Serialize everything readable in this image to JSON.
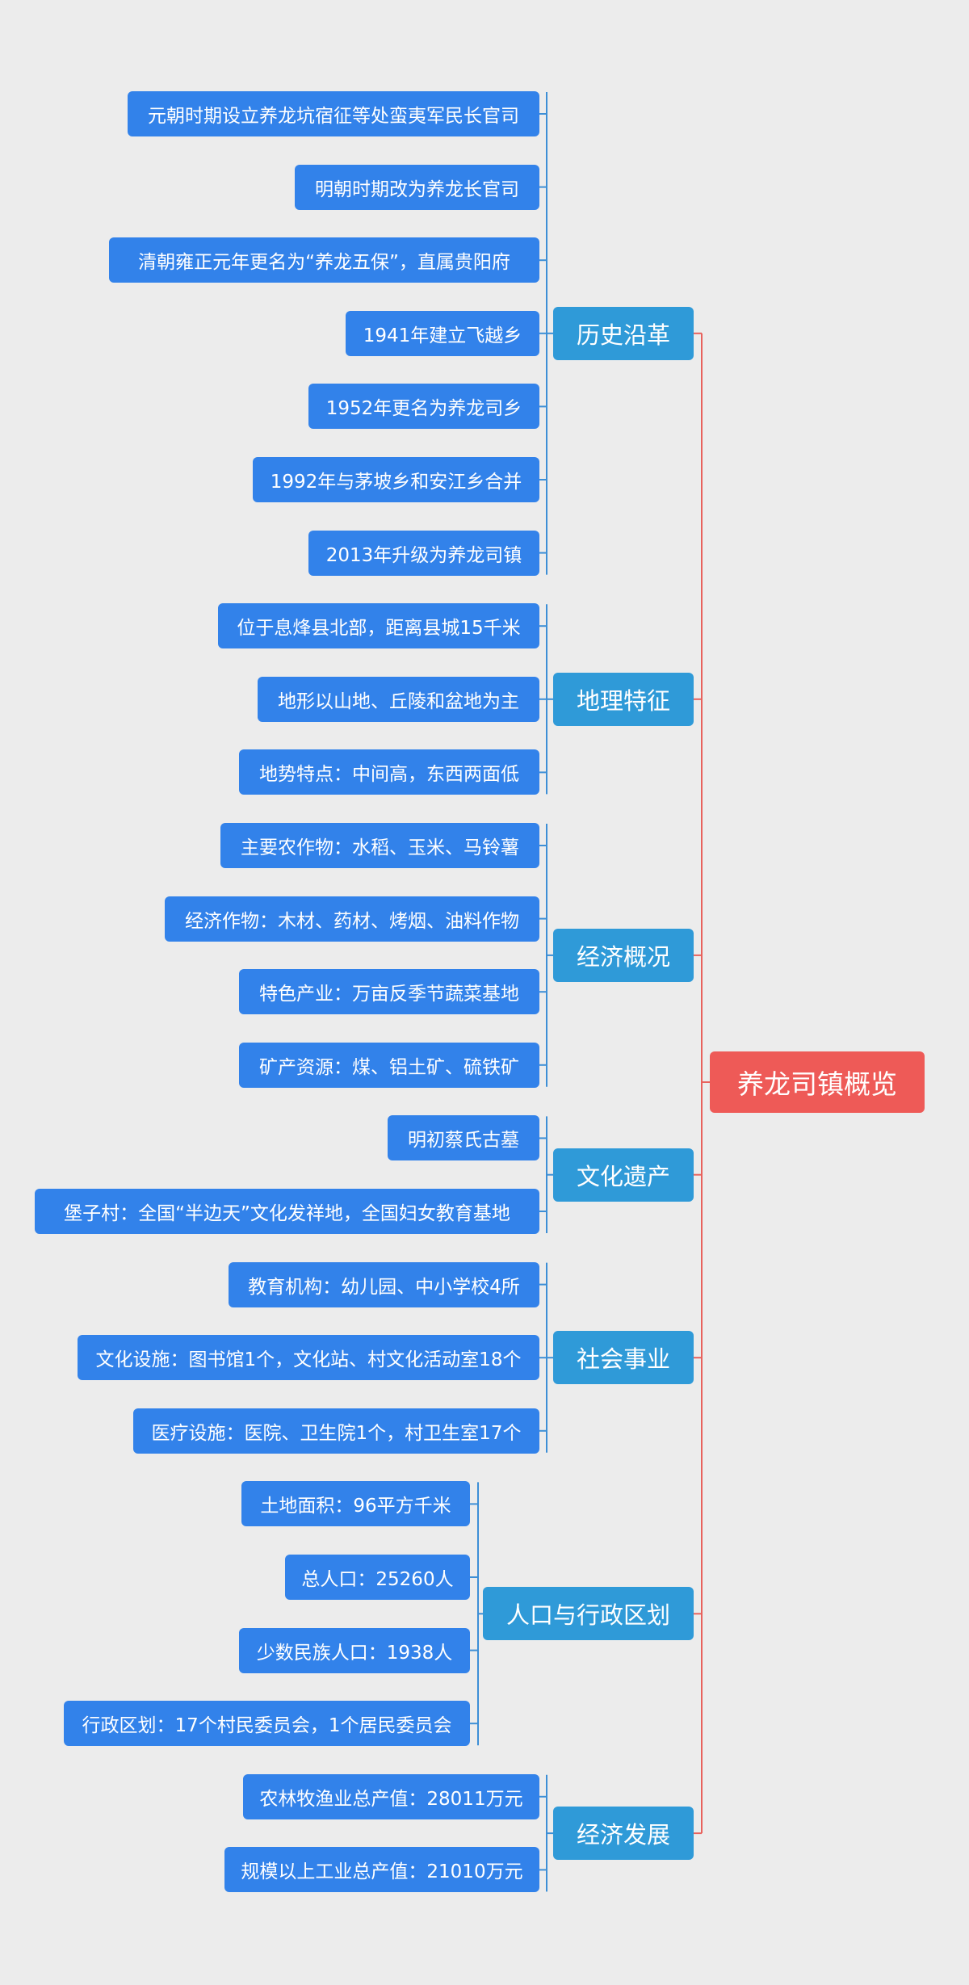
{
  "root": {
    "label": "养龙司镇概览"
  },
  "branches": [
    {
      "label": "历史沿革",
      "children": [
        "元朝时期设立养龙坑宿征等处蛮夷军民长官司",
        "明朝时期改为养龙长官司",
        "清朝雍正元年更名为“养龙五保”，直属贵阳府",
        "1941年建立飞越乡",
        "1952年更名为养龙司乡",
        "1992年与茅坡乡和安江乡合并",
        "2013年升级为养龙司镇"
      ]
    },
    {
      "label": "地理特征",
      "children": [
        "位于息烽县北部，距离县城15千米",
        "地形以山地、丘陵和盆地为主",
        "地势特点：中间高，东西两面低"
      ]
    },
    {
      "label": "经济概况",
      "children": [
        "主要农作物：水稻、玉米、马铃薯",
        "经济作物：木材、药材、烤烟、油料作物",
        "特色产业：万亩反季节蔬菜基地",
        "矿产资源：煤、铝土矿、硫铁矿"
      ]
    },
    {
      "label": "文化遗产",
      "children": [
        "明初蔡氏古墓",
        "堡子村：全国“半边天”文化发祥地，全国妇女教育基地"
      ]
    },
    {
      "label": "社会事业",
      "children": [
        "教育机构：幼儿园、中小学校4所",
        "文化设施：图书馆1个，文化站、村文化活动室18个",
        "医疗设施：医院、卫生院1个，村卫生室17个"
      ]
    },
    {
      "label": "人口与行政区划",
      "children": [
        "土地面积：96平方千米",
        "总人口：25260人",
        "少数民族人口：1938人",
        "行政区划：17个村民委员会，1个居民委员会"
      ]
    },
    {
      "label": "经济发展",
      "children": [
        "农林牧渔业总产值：28011万元",
        "规模以上工业总产值：21010万元"
      ]
    }
  ],
  "colors": {
    "background": "#ececec",
    "root": "#ee5a57",
    "branch": "#2f9ad8",
    "leaf": "#3282ea",
    "root_line": "#e8625d",
    "branch_line": "#3d8fd6"
  }
}
